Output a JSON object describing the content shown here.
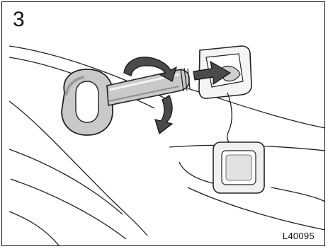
{
  "figure": {
    "step_number": "3",
    "figure_code": "L40095",
    "colors": {
      "line": "#222222",
      "hook_fill": "#c9c9c9",
      "hook_shade": "#9a9a9a",
      "arrow_fill": "#4a4a4a",
      "background": "#ffffff"
    },
    "icons": [
      "towing-eyelet",
      "rotation-arrow",
      "insert-arrow",
      "access-cover"
    ]
  }
}
